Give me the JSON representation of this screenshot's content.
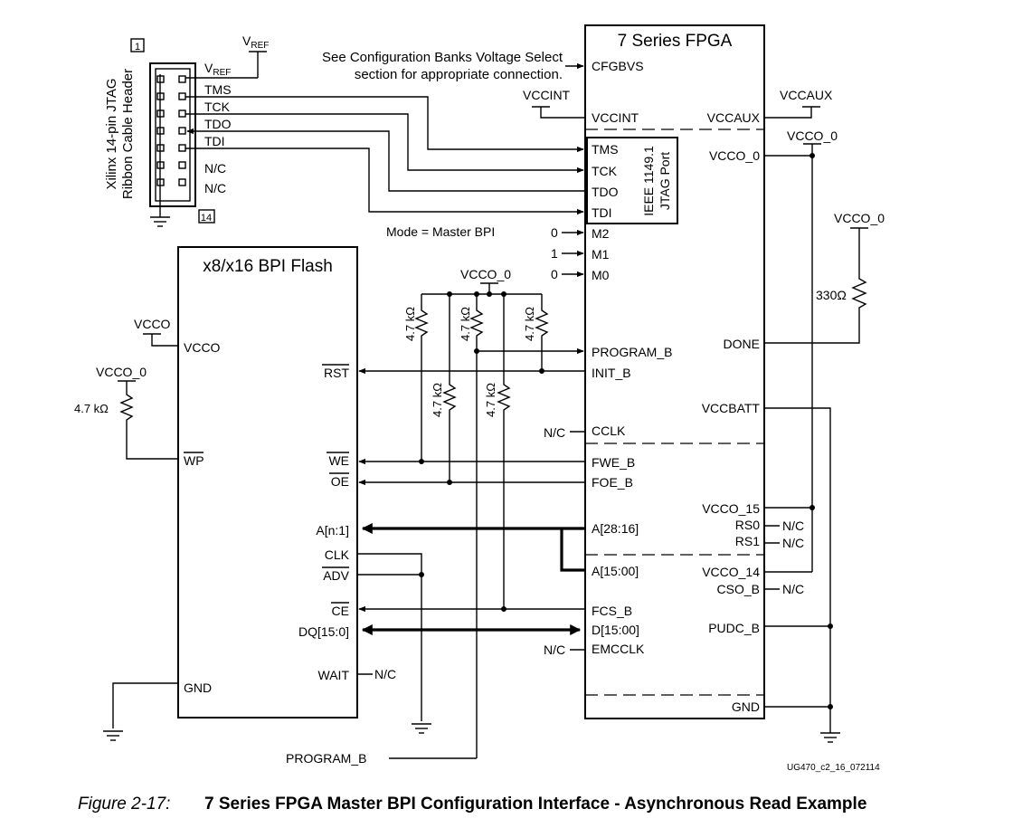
{
  "fpga": {
    "title": "7 Series FPGA",
    "note_line1": "See Configuration Banks Voltage Select",
    "note_line2": "section for appropriate connection.",
    "left_pins": {
      "cfgbvs": "CFGBVS",
      "vccint": "VCCINT",
      "tms": "TMS",
      "tck": "TCK",
      "tdo": "TDO",
      "tdi": "TDI",
      "m2": "M2",
      "m1": "M1",
      "m0": "M0",
      "program_b": "PROGRAM_B",
      "init_b": "INIT_B",
      "cclk": "CCLK",
      "fwe_b": "FWE_B",
      "foe_b": "FOE_B",
      "a_hi": "A[28:16]",
      "a_lo": "A[15:00]",
      "fcs_b": "FCS_B",
      "d": "D[15:00]",
      "emcclk": "EMCCLK"
    },
    "right_pins": {
      "vccaux": "VCCAUX",
      "vcco_0": "VCCO_0",
      "done": "DONE",
      "vccbatt": "VCCBATT",
      "vcco_15": "VCCO_15",
      "rs0": "RS0",
      "rs1": "RS1",
      "vcco_14": "VCCO_14",
      "cso_b": "CSO_B",
      "pudc_b": "PUDC_B",
      "gnd": "GND"
    },
    "jtag_port_line1": "IEEE 1149.1",
    "jtag_port_line2": "JTAG Port",
    "mode_label": "Mode = Master BPI",
    "m2_val": "0",
    "m1_val": "1",
    "m0_val": "0",
    "cclk_nc": "N/C",
    "emcclk_nc": "N/C",
    "rs0_nc": "N/C",
    "rs1_nc": "N/C",
    "cso_nc": "N/C"
  },
  "jtag_header": {
    "title_line1": "Xilinx 14-pin JTAG",
    "title_line2": "Ribbon Cable Header",
    "pin_first": "1",
    "pin_last": "14",
    "vref_top": "V",
    "vref_top_sub": "REF",
    "vref_pin": "V",
    "vref_pin_sub": "REF",
    "signals": [
      "TMS",
      "TCK",
      "TDO",
      "TDI",
      "N/C",
      "N/C"
    ]
  },
  "flash": {
    "title": "x8/x16 BPI Flash",
    "vcco": "VCCO",
    "wp": "WP",
    "gnd": "GND",
    "rst": "RST",
    "we": "WE",
    "oe": "OE",
    "addr": "A[n:1]",
    "clk": "CLK",
    "adv": "ADV",
    "ce": "CE",
    "dq": "DQ[15:0]",
    "wait": "WAIT",
    "wait_nc": "N/C"
  },
  "supplies": {
    "vcco_flash": "VCCO",
    "vcco_0_wp": "VCCO_0",
    "vcco_0_pullups": "VCCO_0",
    "vccint": "VCCINT",
    "vccaux": "VCCAUX",
    "vcco_0_bank": "VCCO_0",
    "vcco_0_done": "VCCO_0"
  },
  "resistors": {
    "wp": "4.7 kΩ",
    "r1": "4.7 kΩ",
    "r2": "4.7 kΩ",
    "r3": "4.7 kΩ",
    "r4": "4.7 kΩ",
    "r5": "4.7 kΩ",
    "done": "330Ω"
  },
  "program_b_ext": "PROGRAM_B",
  "figure_id": "UG470_c2_16_072114",
  "caption_prefix": "Figure 2-17:",
  "caption_title": "7 Series FPGA Master BPI Configuration Interface - Asynchronous Read Example"
}
